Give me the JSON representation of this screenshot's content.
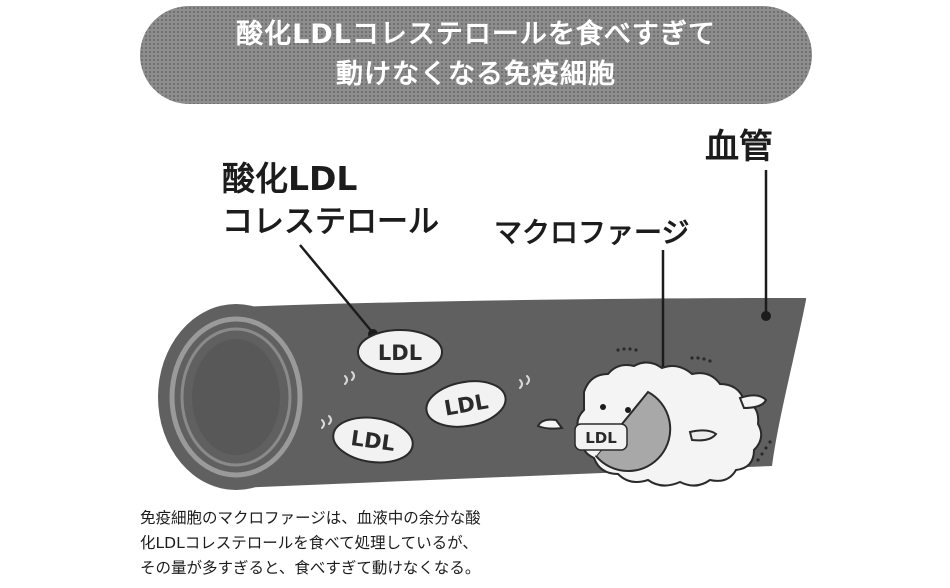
{
  "title": {
    "line1": "酸化LDLコレステロールを食べすぎて",
    "line2": "動けなくなる免疫細胞"
  },
  "labels": {
    "blood_vessel": "血管",
    "oxidized_ldl_line1": "酸化LDL",
    "oxidized_ldl_line2": "コレステロール",
    "macrophage": "マクロファージ"
  },
  "particles": {
    "ldl_1": "LDL",
    "ldl_2": "LDL",
    "ldl_3": "LDL",
    "ldl_in_macrophage": "LDL"
  },
  "caption": {
    "line1": "免疫細胞のマクロファージは、血液中の余分な酸",
    "line2": "化LDLコレステロールを食べて処理しているが、",
    "line3": "その量が多すぎると、食べすぎて動けなくなる。"
  },
  "colors": {
    "title_background": "#8d8d8d",
    "vessel": "#606060",
    "vessel_ring": "#9a9a9a",
    "particle": "#f2f2f2",
    "macrophage_body": "#f4f4f4"
  }
}
